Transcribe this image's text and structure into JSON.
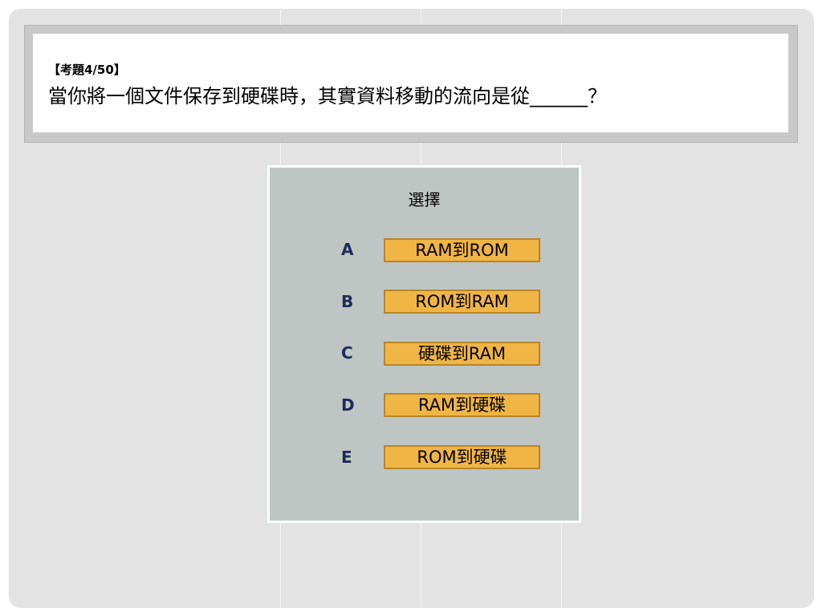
{
  "question": {
    "number_label": "【考題4/50】",
    "text": "當你將一個文件保存到硬碟時，其實資料移動的流向是從______？"
  },
  "choices": {
    "title": "選擇",
    "options": [
      {
        "letter": "A",
        "label": "RAM到ROM"
      },
      {
        "letter": "B",
        "label": "ROM到RAM"
      },
      {
        "letter": "C",
        "label": "硬碟到RAM"
      },
      {
        "letter": "D",
        "label": "RAM到硬碟"
      },
      {
        "letter": "E",
        "label": "ROM到硬碟"
      }
    ]
  },
  "colors": {
    "slide_background": "#e3e3e3",
    "choice_panel": "#bfc5c3",
    "option_fill": "#f0b544",
    "option_border": "#b7862a",
    "letter_color": "#1f2a5a"
  }
}
